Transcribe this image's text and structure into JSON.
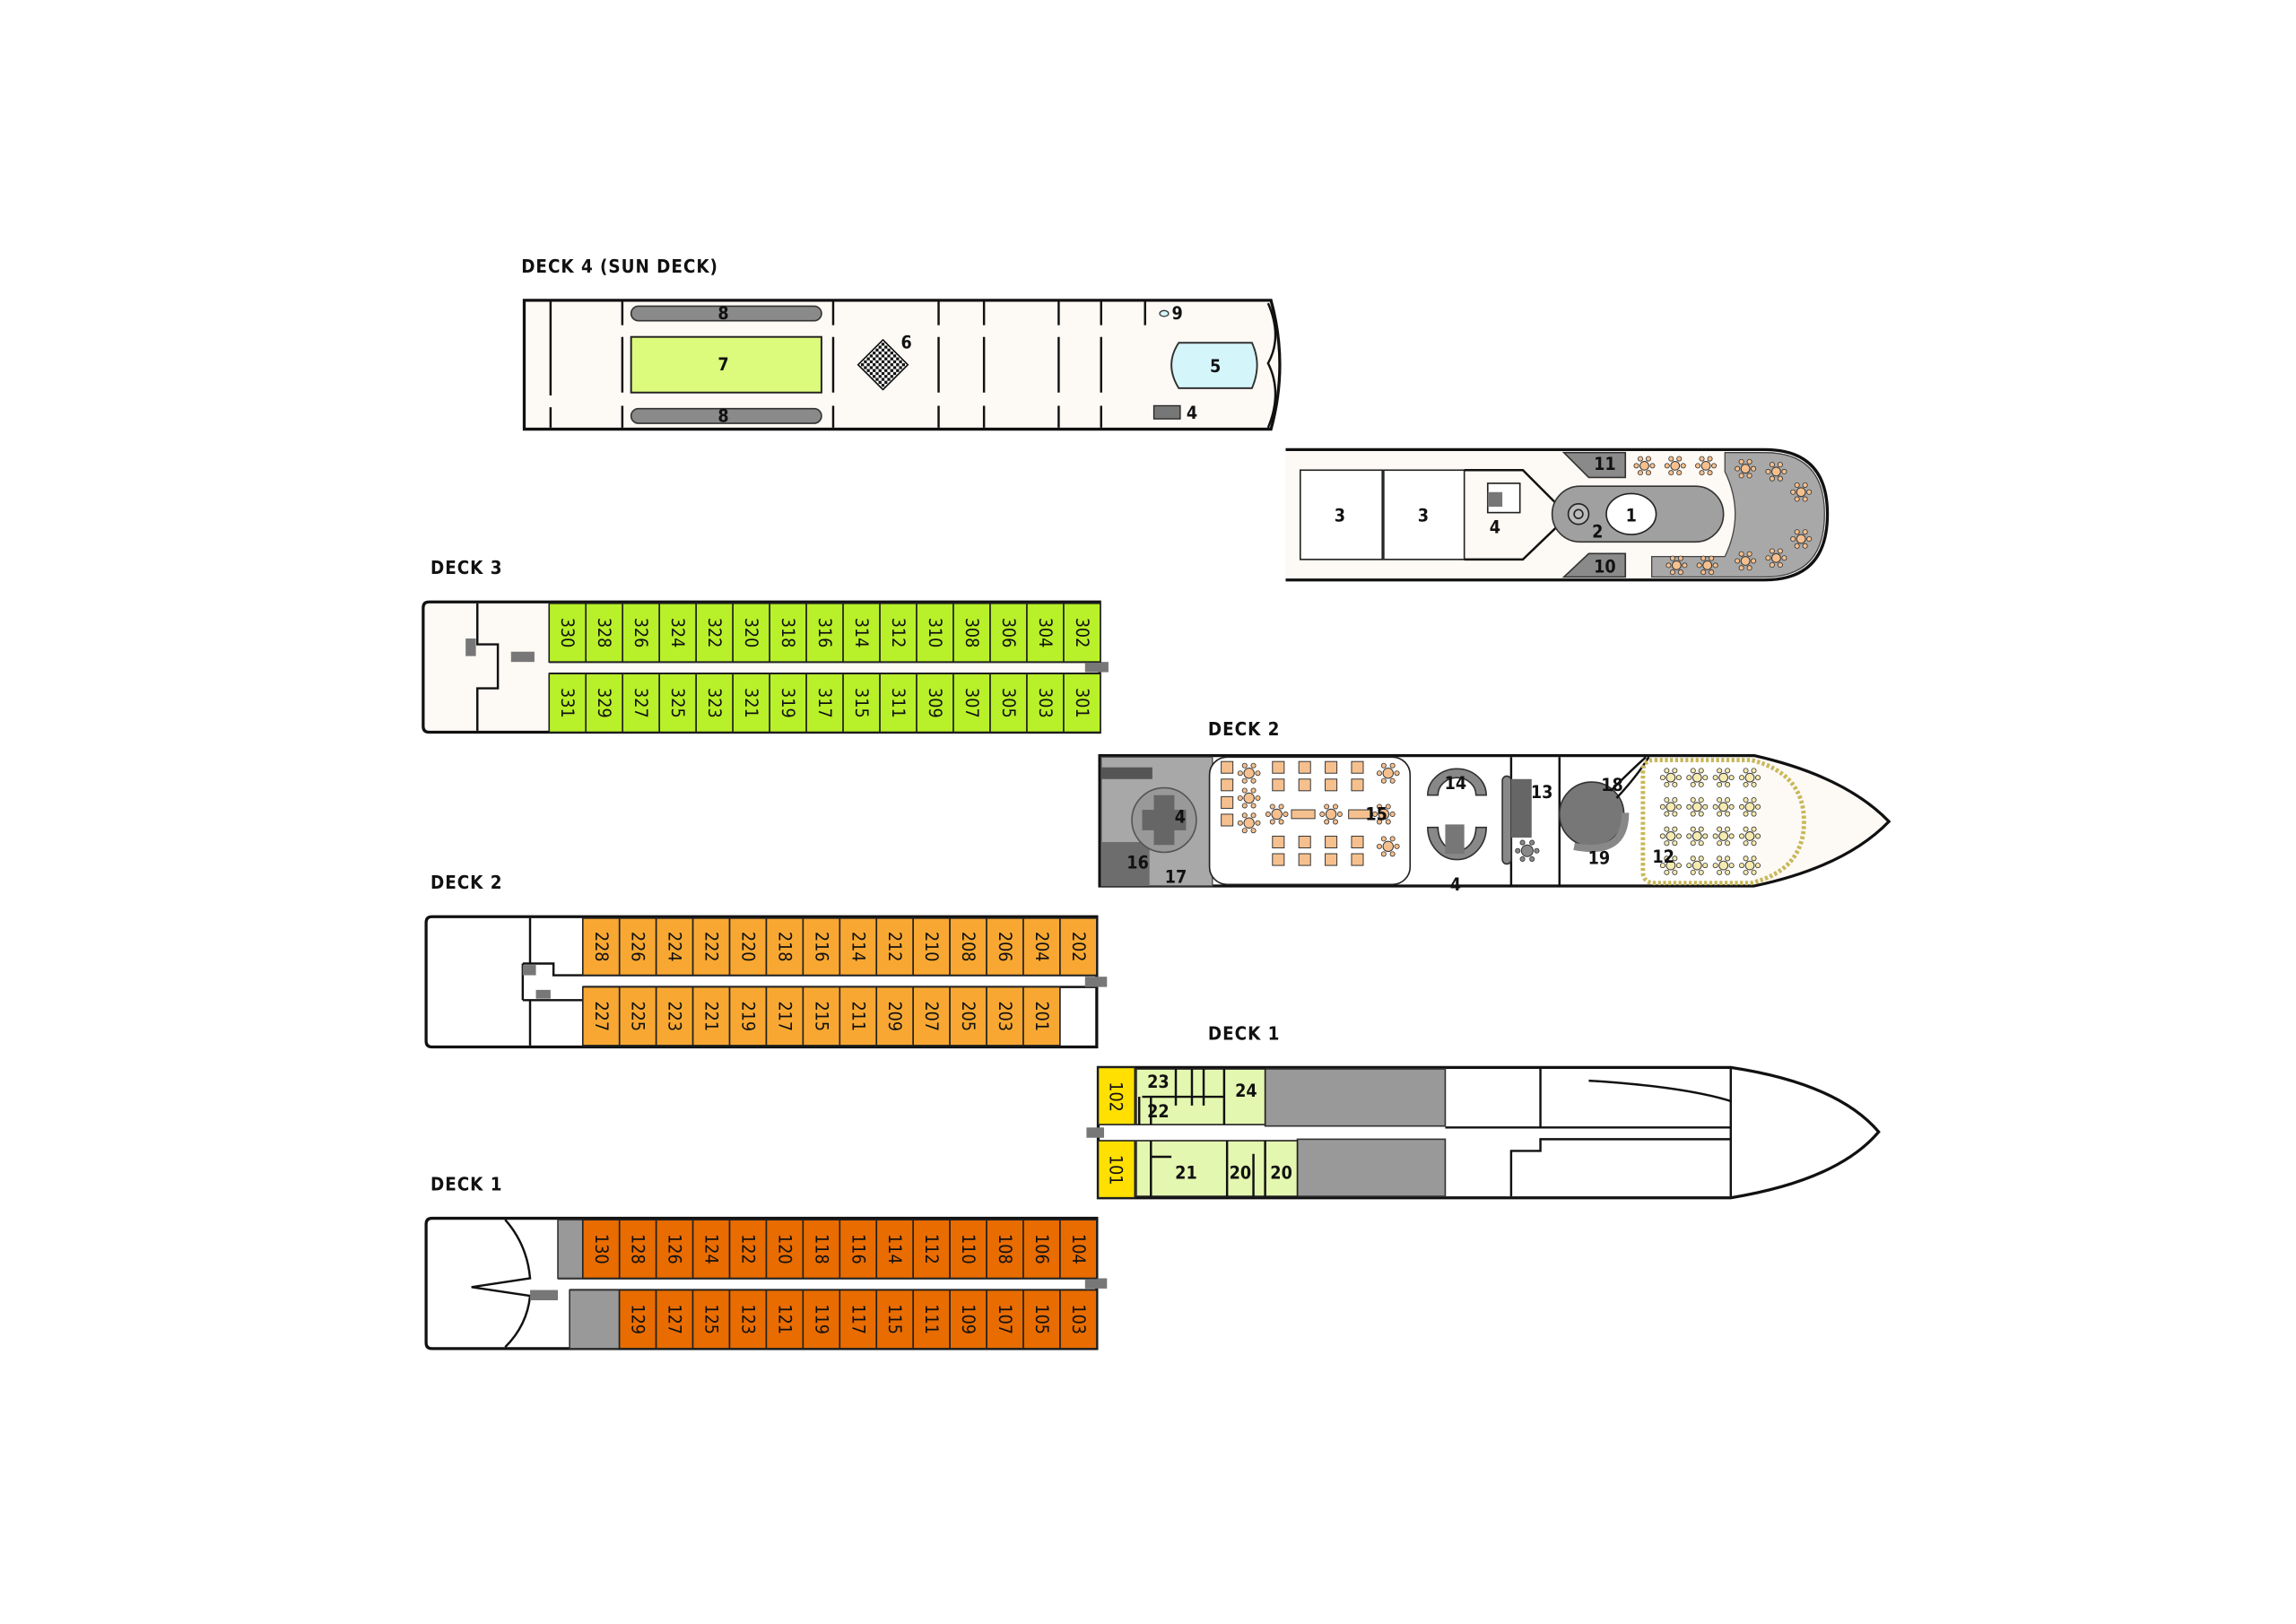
{
  "colors": {
    "deck3_cabin": "#b8f02a",
    "deck2_cabin": "#f8a832",
    "deck1_cabin": "#e86c00",
    "deck1_special": "#ffe000",
    "public_room": "#e4f7b0",
    "sun_area": "#dcfa7c",
    "pool": "#d4f6fb",
    "service": "#8a8a8a",
    "restaurant_furniture": "#f6c08e",
    "lounge_furniture": "#f5eab0"
  },
  "deck4": {
    "title": "DECK 4 (SUN DECK)",
    "labels": {
      "lounger_top": "8",
      "lounger_bottom": "8",
      "sun_area": "7",
      "chess": "6",
      "pool": "5",
      "shower": "9",
      "stairs": "4"
    }
  },
  "deck3_forward": {
    "labels": {
      "room_a": "3",
      "room_b": "3",
      "stairs": "4",
      "bar_feature": "2",
      "bar": "1",
      "service_top": "11",
      "service_bottom": "10"
    }
  },
  "deck3": {
    "title": "DECK 3",
    "top_row": [
      "330",
      "328",
      "326",
      "324",
      "322",
      "320",
      "318",
      "316",
      "314",
      "312",
      "310",
      "308",
      "306",
      "304",
      "302"
    ],
    "bottom_row": [
      "331",
      "329",
      "327",
      "325",
      "323",
      "321",
      "319",
      "317",
      "315",
      "311",
      "309",
      "307",
      "305",
      "303",
      "301"
    ]
  },
  "deck2_forward": {
    "title": "DECK 2",
    "labels": {
      "stairs": "4",
      "area_16": "16",
      "area_17": "17",
      "restaurant": "15",
      "area_14": "14",
      "stairs_bottom": "4",
      "area_13": "13",
      "bar": "18",
      "area_19": "19",
      "lounge": "12"
    }
  },
  "deck2": {
    "title": "DECK 2",
    "top_row": [
      "228",
      "226",
      "224",
      "222",
      "220",
      "218",
      "216",
      "214",
      "212",
      "210",
      "208",
      "206",
      "204",
      "202"
    ],
    "bottom_row": [
      "227",
      "225",
      "223",
      "221",
      "219",
      "217",
      "215",
      "211",
      "209",
      "207",
      "205",
      "203",
      "201"
    ]
  },
  "deck1_forward": {
    "title": "DECK 1",
    "cabins": [
      "102",
      "101"
    ],
    "labels": {
      "room_23": "23",
      "room_22": "22",
      "room_24": "24",
      "room_21": "21",
      "room_20a": "20",
      "room_20b": "20"
    }
  },
  "deck1": {
    "title": "DECK 1",
    "top_row": [
      "130",
      "128",
      "126",
      "124",
      "122",
      "120",
      "118",
      "116",
      "114",
      "112",
      "110",
      "108",
      "106",
      "104"
    ],
    "bottom_row": [
      "129",
      "127",
      "125",
      "123",
      "121",
      "119",
      "117",
      "115",
      "111",
      "109",
      "107",
      "105",
      "103"
    ]
  }
}
